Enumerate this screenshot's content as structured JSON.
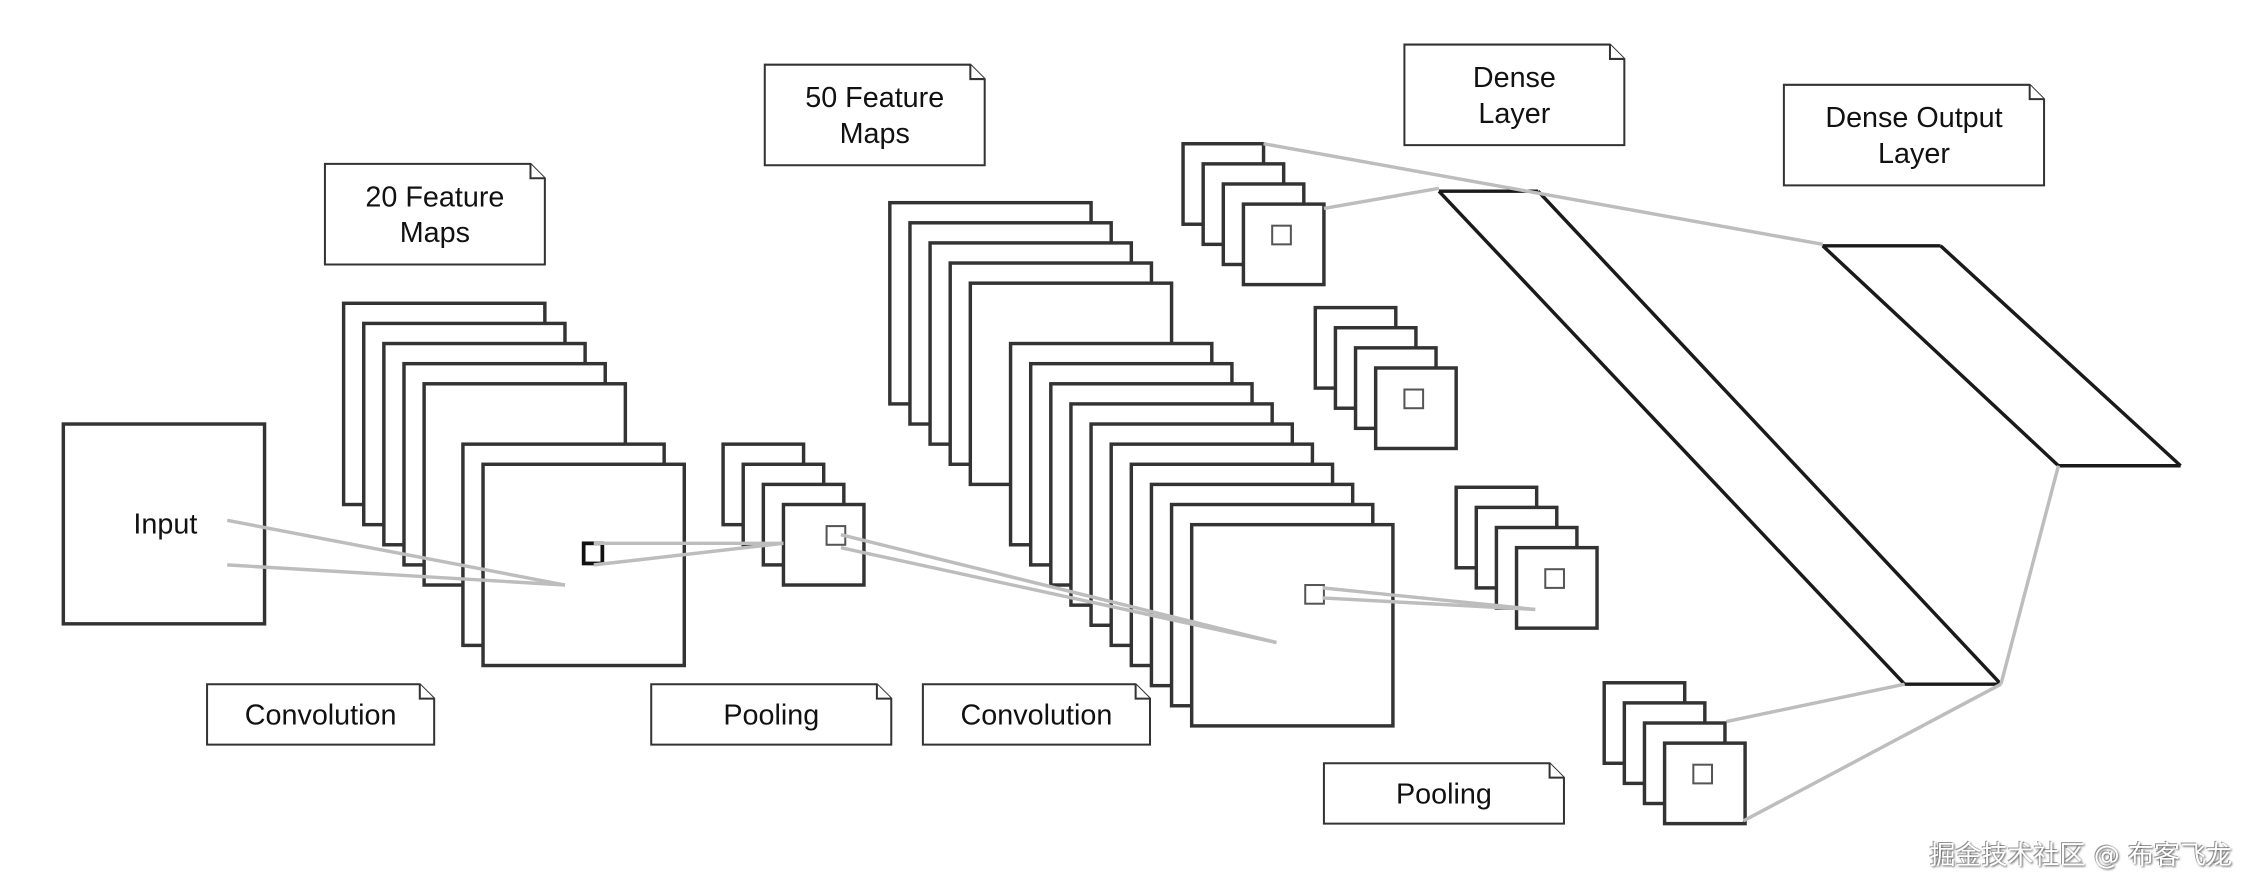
{
  "labels": {
    "input": "Input",
    "feature_maps_1": [
      "20 Feature",
      "Maps"
    ],
    "feature_maps_2": [
      "50 Feature",
      "Maps"
    ],
    "dense_layer": [
      "Dense",
      "Layer"
    ],
    "dense_output_layer": [
      "Dense Output",
      "Layer"
    ],
    "convolution_1": "Convolution",
    "pooling_1": "Pooling",
    "convolution_2": "Convolution",
    "pooling_2": "Pooling"
  },
  "watermark": "掘金技术社区 @ 布客飞龙"
}
